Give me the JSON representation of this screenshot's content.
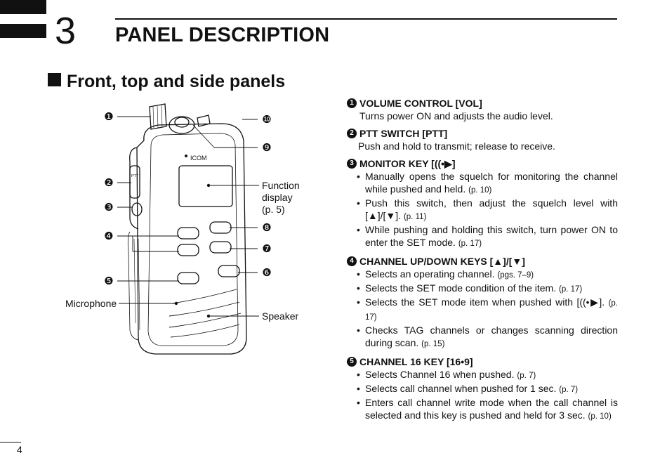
{
  "chapter": {
    "number": "3",
    "title": "PANEL DESCRIPTION"
  },
  "section": {
    "title": "Front, top and side panels"
  },
  "figure": {
    "callouts": [
      "❶",
      "❷",
      "❸",
      "❹",
      "❺",
      "❻",
      "❼",
      "❽",
      "❾",
      "❿"
    ],
    "brand": "ICOM",
    "ptt_label": "PTT",
    "labels": {
      "function_display": [
        "Function",
        "display",
        "(p. 5)"
      ],
      "microphone": "Microphone",
      "speaker": "Speaker"
    }
  },
  "items": [
    {
      "num": "1",
      "title": "VOLUME CONTROL [VOL]",
      "desc": "Turns power ON and adjusts the audio level."
    },
    {
      "num": "2",
      "title": "PTT SWITCH [PTT]",
      "desc": "Push and hold to transmit; release to receive."
    },
    {
      "num": "3",
      "title": "MONITOR KEY [((•▶]",
      "bullets": [
        {
          "text": "Manually opens the squelch for monitoring the channel while pushed and held.",
          "ref": "(p. 10)"
        },
        {
          "text": "Push this switch, then adjust the squelch level with [▲]/[▼].",
          "ref": "(p. 11)"
        },
        {
          "text": "While pushing and holding this switch, turn power ON to enter the SET mode.",
          "ref": "(p. 17)"
        }
      ]
    },
    {
      "num": "4",
      "title": "CHANNEL UP/DOWN KEYS [▲]/[▼]",
      "bullets": [
        {
          "text": "Selects an operating channel.",
          "ref": "(pgs. 7–9)"
        },
        {
          "text": "Selects the SET mode condition of the item.",
          "ref": "(p. 17)"
        },
        {
          "text": "Selects the SET mode item when pushed with [((•▶].",
          "ref": "(p. 17)"
        },
        {
          "text": "Checks TAG channels or changes scanning direction during scan.",
          "ref": "(p. 15)"
        }
      ]
    },
    {
      "num": "5",
      "title": "CHANNEL 16 KEY [16•9]",
      "bullets": [
        {
          "text": "Selects Channel 16 when pushed.",
          "ref": "(p. 7)"
        },
        {
          "text": "Selects call channel when pushed for 1 sec.",
          "ref": "(p. 7)"
        },
        {
          "text": "Enters call channel write mode when the call channel is selected and this key is pushed and held for 3 sec.",
          "ref": "(p. 10)"
        }
      ]
    }
  ],
  "page_number": "4"
}
